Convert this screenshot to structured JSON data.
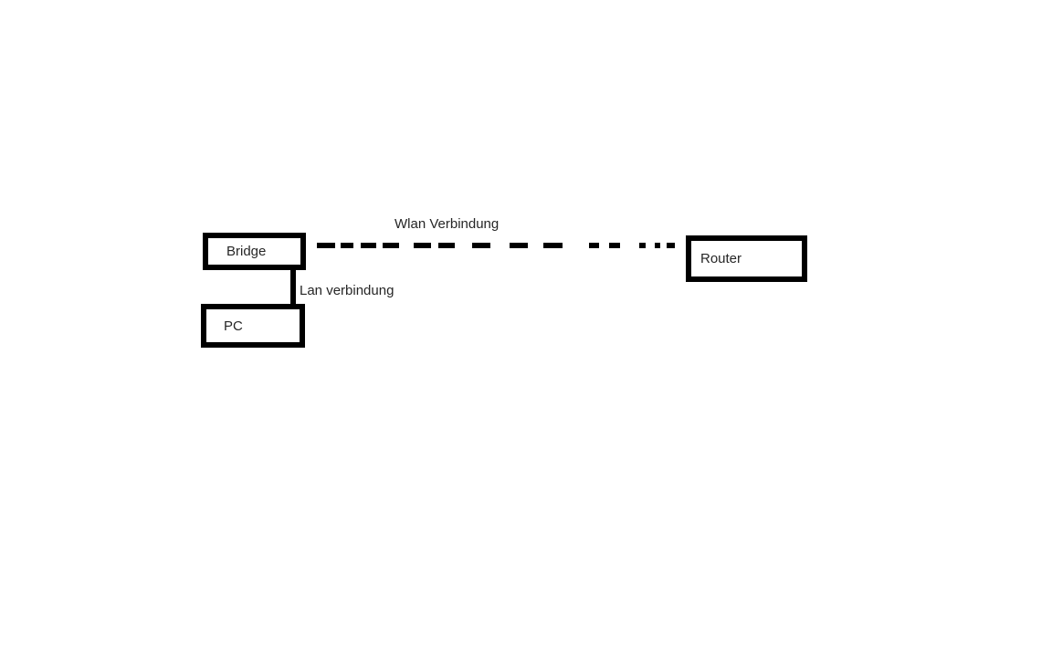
{
  "diagram": {
    "background_color": "#ffffff",
    "line_color": "#000000",
    "text_color": "#262626",
    "nodes": [
      {
        "id": "bridge",
        "label": "Bridge"
      },
      {
        "id": "router",
        "label": "Router"
      },
      {
        "id": "pc",
        "label": "PC"
      }
    ],
    "connections": [
      {
        "id": "wlan",
        "label": "Wlan Verbindung",
        "from": "Bridge",
        "to": "Router",
        "style": "dashed",
        "arrow": "none"
      },
      {
        "id": "lan",
        "label": "Lan verbindung",
        "from": "Bridge",
        "to": "PC",
        "style": "solid",
        "arrow": "down"
      }
    ]
  }
}
